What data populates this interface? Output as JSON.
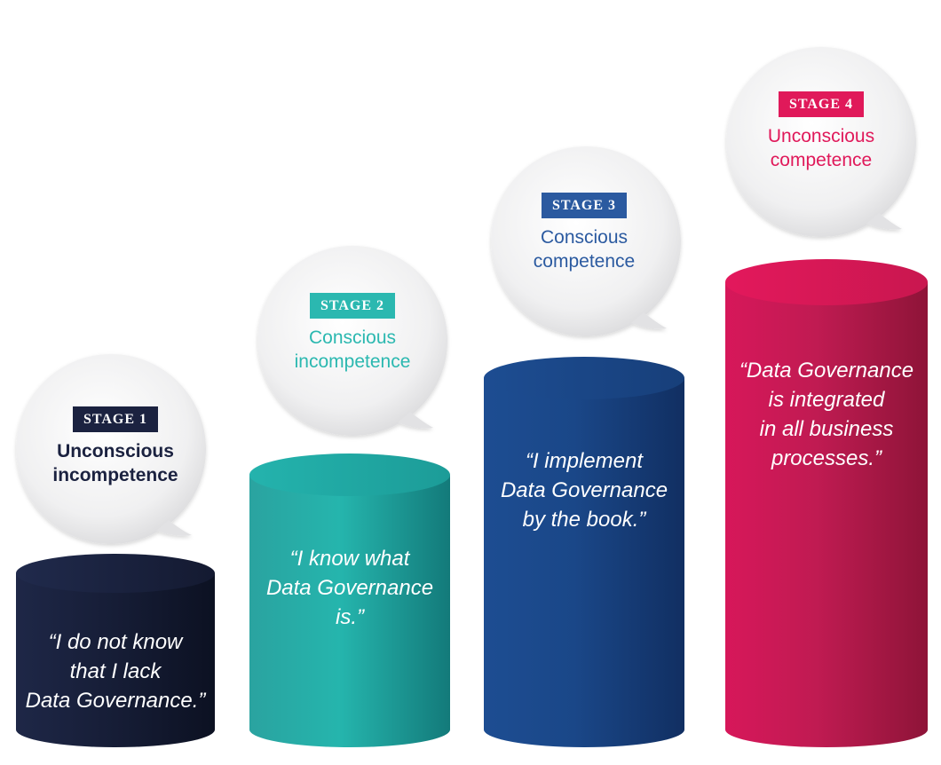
{
  "stages": [
    {
      "badge": "STAGE 1",
      "name_line1": "Unconscious",
      "name_line2": "incompetence",
      "quote_lines": [
        "“I do not know",
        "that I lack",
        "Data Governance.”"
      ],
      "color": "#1b2240"
    },
    {
      "badge": "STAGE 2",
      "name_line1": "Conscious",
      "name_line2": "incompetence",
      "quote_lines": [
        "“I know what",
        "Data Governance",
        "is.”"
      ],
      "color": "#2bb8b0"
    },
    {
      "badge": "STAGE 3",
      "name_line1": "Conscious",
      "name_line2": "competence",
      "quote_lines": [
        "“I implement",
        "Data Governance",
        "by the book.”"
      ],
      "color": "#2b5aa0"
    },
    {
      "badge": "STAGE 4",
      "name_line1": "Unconscious",
      "name_line2": "competence",
      "quote_lines": [
        "“Data Governance",
        "is integrated",
        "in all business",
        "processes.”"
      ],
      "color": "#e0195a"
    }
  ]
}
